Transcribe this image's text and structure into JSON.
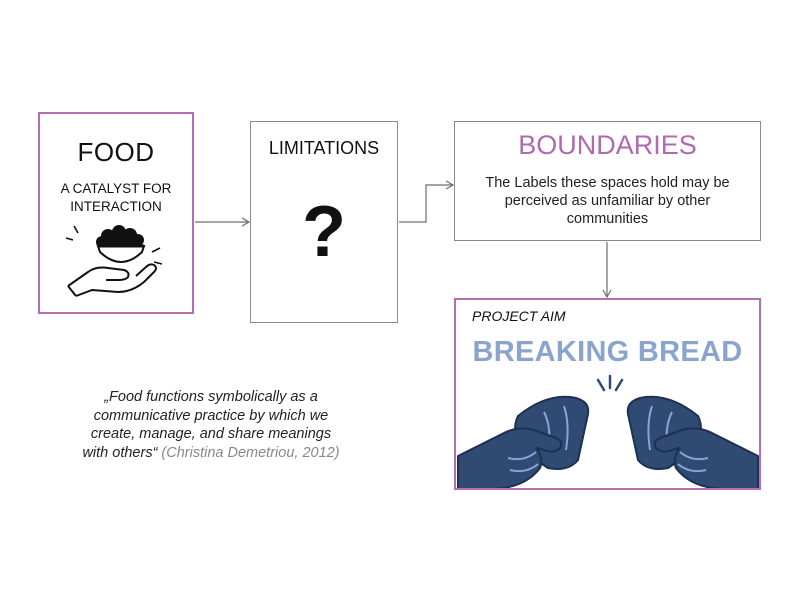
{
  "food": {
    "title": "FOOD",
    "subtitle_lines": [
      "A CATALYST FOR",
      "INTERACTION"
    ],
    "icon": "hand-holding-bowl-icon"
  },
  "limitations": {
    "title": "LIMITATIONS",
    "symbol": "?"
  },
  "boundaries": {
    "title": "BOUNDARIES",
    "body_lines": [
      "The Labels these spaces hold may be",
      "perceived as unfamiliar by other",
      "communities"
    ]
  },
  "project_aim": {
    "label": "PROJECT AIM",
    "title": "BREAKING BREAD",
    "icon": "hands-breaking-bread-icon"
  },
  "quote": {
    "lines": [
      "„Food functions symbolically as a",
      "communicative practice by which we",
      "create, manage, and share meanings"
    ],
    "last_line": "with others“",
    "citation": " (Christina Demetriou, 2012)"
  },
  "colors": {
    "accent_purple": "#b76cb3",
    "accent_blue": "#8aa4cf",
    "navy": "#2f4a73",
    "border_gray": "#8a8a8a"
  }
}
